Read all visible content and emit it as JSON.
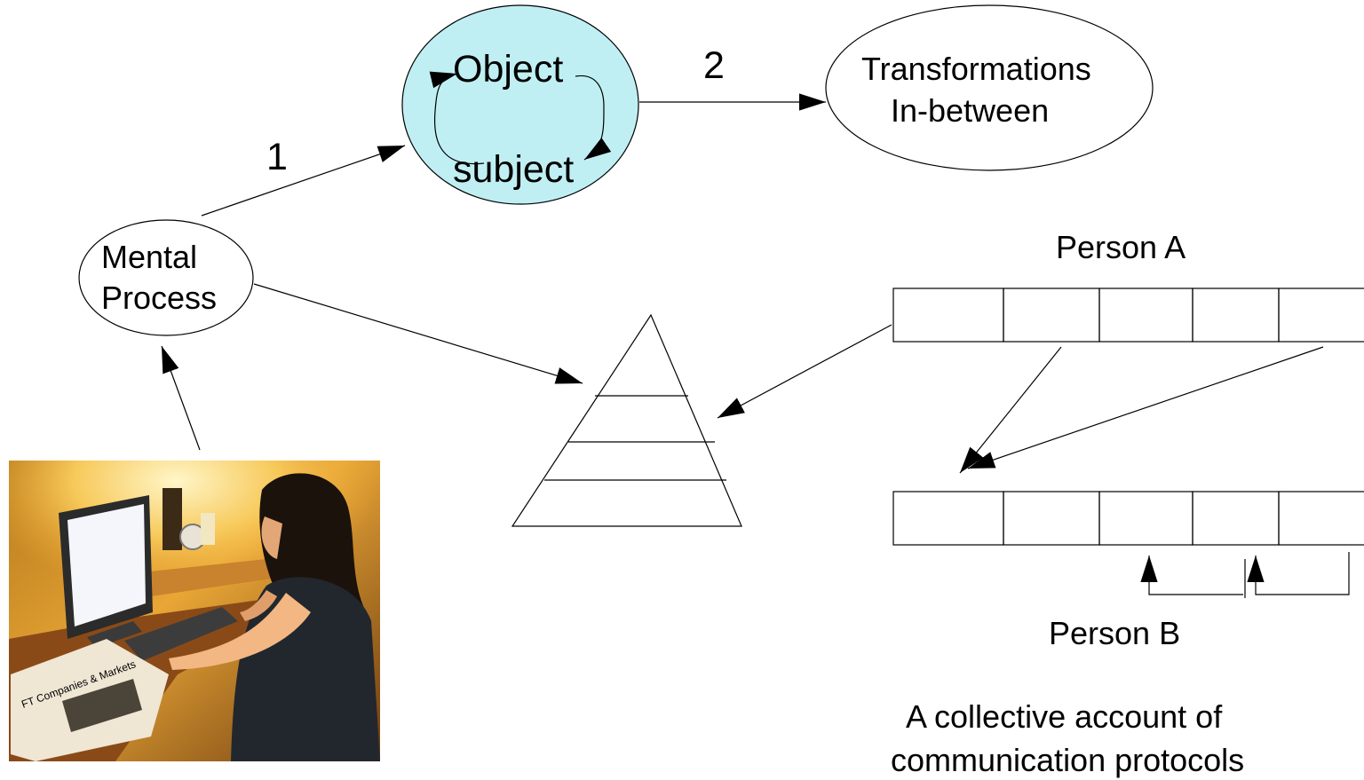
{
  "nodes": {
    "object_label": "Object",
    "subject_label": "subject",
    "transformations_line1": "Transformations",
    "transformations_line2": "In-between",
    "mental_line1": "Mental",
    "mental_line2": "Process"
  },
  "edges": {
    "label_1": "1",
    "label_2": "2"
  },
  "protocol": {
    "person_a": "Person A",
    "person_b": "Person B",
    "caption_line1": "A collective account of",
    "caption_line2": "communication protocols"
  },
  "photo": {
    "newspaper_text": "FT Companies & Markets"
  },
  "colors": {
    "circle_fill": "#bfeff3",
    "stroke": "#000000",
    "background": "#ffffff"
  }
}
